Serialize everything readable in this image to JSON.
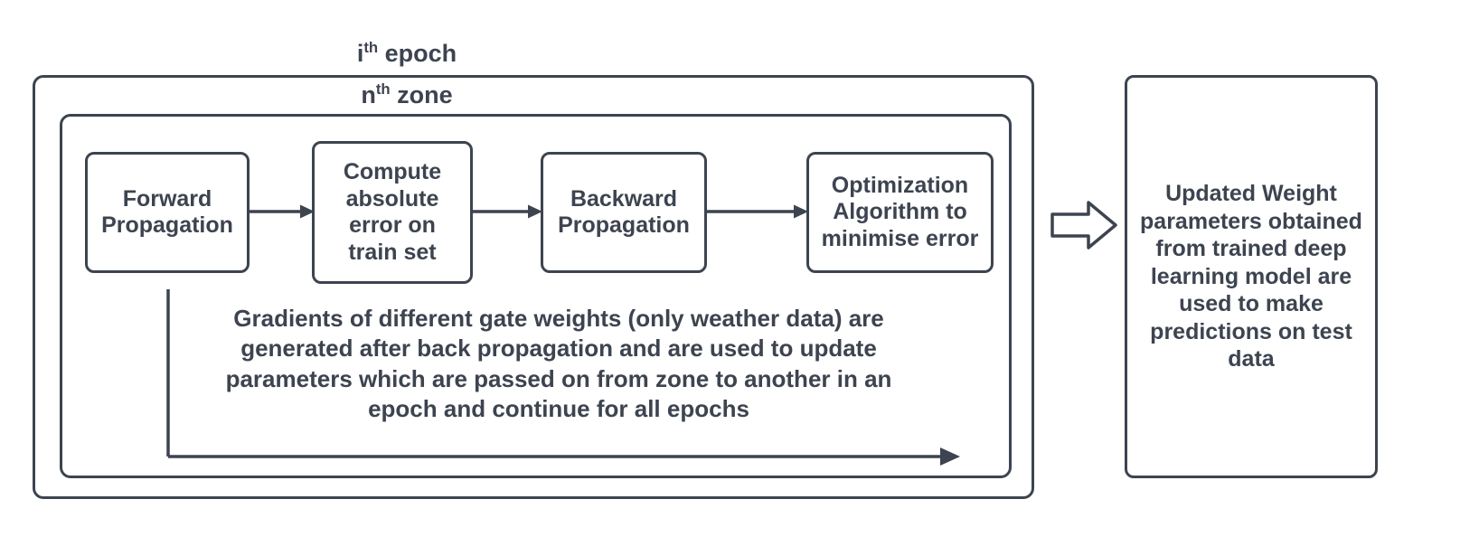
{
  "diagram": {
    "title_outer": {
      "prefix": "i",
      "sup": "th",
      "suffix": " epoch",
      "full": "ith epoch"
    },
    "title_inner": {
      "prefix": "n",
      "sup": "th",
      "suffix": " zone",
      "full": "nth zone"
    },
    "stroke_color": "#3d4450",
    "background_color": "#ffffff",
    "nodes": [
      {
        "id": "forward-propagation",
        "label": "Forward\nPropagation"
      },
      {
        "id": "compute-absolute-error",
        "label": "Compute\nabsolute\nerror on\ntrain set"
      },
      {
        "id": "backward-propagation",
        "label": "Backward\nPropagation"
      },
      {
        "id": "optimization-algorithm",
        "label": "Optimization\nAlgorithm to\nminimise error"
      }
    ],
    "output_node": {
      "id": "updated-weight-parameters",
      "label": "Updated Weight\nparameters obtained\nfrom trained deep\nlearning model are\nused to make\npredictions on test\ndata"
    },
    "loop_note": "Gradients of different gate weights (only weather data) are\ngenerated after back propagation and are used to update\nparameters which are passed on from zone to another in an\nepoch and continue for all epochs",
    "arrows": [
      {
        "id": "arrow-forward-to-error",
        "from": "forward-propagation",
        "to": "compute-absolute-error",
        "style": "line"
      },
      {
        "id": "arrow-error-to-backward",
        "from": "compute-absolute-error",
        "to": "backward-propagation",
        "style": "line"
      },
      {
        "id": "arrow-backward-to-optimization",
        "from": "backward-propagation",
        "to": "optimization-algorithm",
        "style": "line"
      },
      {
        "id": "arrow-feedback-loop",
        "from": "optimization-algorithm",
        "to": "forward-propagation",
        "style": "elbow"
      },
      {
        "id": "arrow-zone-to-output",
        "from": "epoch-frame",
        "to": "updated-weight-parameters",
        "style": "block"
      }
    ]
  }
}
